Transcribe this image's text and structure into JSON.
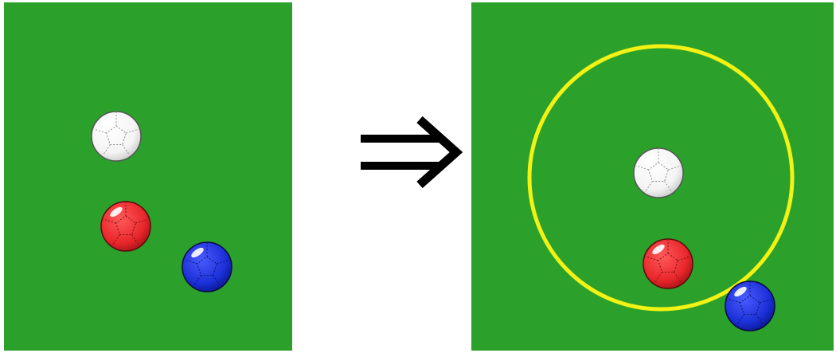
{
  "colors": {
    "field": "#2ba12b",
    "ring": "#f2f214",
    "white_ball": "#ffffff",
    "red_ball": "#e8262b",
    "blue_ball": "#1a2fd6",
    "arrow": "#000000"
  },
  "before": {
    "balls": [
      {
        "color": "white",
        "name": "white-ball"
      },
      {
        "color": "red",
        "name": "red-ball"
      },
      {
        "color": "blue",
        "name": "blue-ball"
      }
    ]
  },
  "transition": {
    "symbol": "implies-arrow-icon"
  },
  "after": {
    "ring": {
      "color": "yellow"
    },
    "balls": [
      {
        "color": "white",
        "name": "white-ball"
      },
      {
        "color": "red",
        "name": "red-ball"
      },
      {
        "color": "blue",
        "name": "blue-ball"
      }
    ]
  }
}
